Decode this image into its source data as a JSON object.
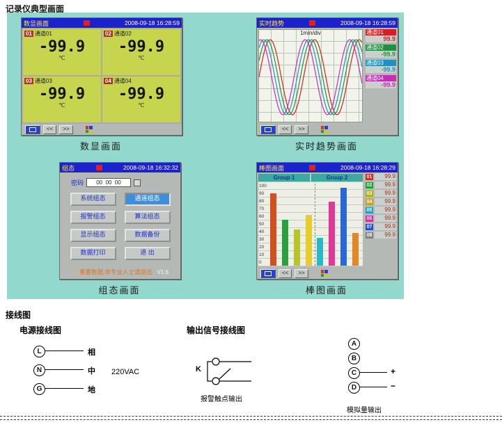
{
  "page": {
    "title": "记录仪典型画面",
    "wiring_heading": "接线图"
  },
  "digital": {
    "title": "数显画面",
    "time": "2008-09-18 16:28:59",
    "caption": "数显画面",
    "channels": [
      {
        "tag": "01",
        "name": "通道01",
        "value": "-99.9",
        "unit": "℃"
      },
      {
        "tag": "02",
        "name": "通道02",
        "value": "-99.9",
        "unit": "℃"
      },
      {
        "tag": "03",
        "name": "通道03",
        "value": "-99.9",
        "unit": "℃"
      },
      {
        "tag": "04",
        "name": "通道04",
        "value": "-99.9",
        "unit": "℃"
      }
    ],
    "toolbar": {
      "prev": "<<",
      "next": ">>"
    }
  },
  "trend": {
    "title": "实时趋势",
    "time": "2008-09-18 16:28:59",
    "caption": "实时趋势画面",
    "div_label": "1min/div",
    "channels": [
      {
        "name": "通道01",
        "value": "99.9",
        "color": "#d42020"
      },
      {
        "name": "通道02",
        "value": "-99.9",
        "color": "#209040"
      },
      {
        "name": "通道03",
        "value": "-99.9",
        "color": "#2090c0"
      },
      {
        "name": "通道04",
        "value": "-99.9",
        "color": "#c030b0"
      }
    ],
    "toolbar": {
      "prev": "<<",
      "next": ">>"
    }
  },
  "config": {
    "title": "组态",
    "time": "2008-09-18 16:32:32",
    "caption": "组态画面",
    "password_label": "密码",
    "password_value": "00  00  00",
    "buttons": [
      "系统组态",
      "通道组态",
      "报警组态",
      "算法组态",
      "显示组态",
      "数据备份",
      "数据打印",
      "退 出"
    ],
    "active_button": "通道组态",
    "warning_icon": "⚠",
    "warning": "重要数据,非专业人士请退出",
    "version": "V1.6"
  },
  "bar": {
    "title": "棒图画面",
    "time": "2008-09-18 16:28:29",
    "caption": "棒图画面",
    "groups": [
      "Group 1",
      "Group 2"
    ],
    "axis_ticks": [
      "100",
      "90",
      "80",
      "70",
      "60",
      "50",
      "40",
      "30",
      "20",
      "10",
      "0"
    ],
    "bars": [
      {
        "value": 88,
        "color": "#d05020"
      },
      {
        "value": 56,
        "color": "#2aa040"
      },
      {
        "value": 44,
        "color": "#b8c428"
      },
      {
        "value": 62,
        "color": "#e8cc28"
      },
      {
        "value": 34,
        "color": "#28b8c8"
      },
      {
        "value": 78,
        "color": "#e03898"
      },
      {
        "value": 95,
        "color": "#2868d8"
      },
      {
        "value": 40,
        "color": "#e08828"
      }
    ],
    "channels": [
      {
        "tag": "01",
        "value": "99.9",
        "color": "#d03020"
      },
      {
        "tag": "02",
        "value": "99.9",
        "color": "#20a030"
      },
      {
        "tag": "03",
        "value": "99.9",
        "color": "#b0b020"
      },
      {
        "tag": "04",
        "value": "99.9",
        "color": "#d0a020"
      },
      {
        "tag": "05",
        "value": "99.9",
        "color": "#20a0c0"
      },
      {
        "tag": "06",
        "value": "99.9",
        "color": "#d030a0"
      },
      {
        "tag": "07",
        "value": "99.9",
        "color": "#2050d0"
      },
      {
        "tag": "08",
        "value": "99.9",
        "color": "#808080"
      }
    ],
    "toolbar": {
      "prev": "<<",
      "next": ">>"
    }
  },
  "wiring": {
    "power_title": "电源接线图",
    "output_title": "输出信号接线图",
    "terminals": [
      {
        "letter": "L",
        "label": "相"
      },
      {
        "letter": "N",
        "label": "中"
      },
      {
        "letter": "G",
        "label": "地"
      }
    ],
    "voltage": "220VAC",
    "relay_label": "K",
    "alarm_caption": "报警触点输出",
    "analog_terminals": [
      "A",
      "B",
      "C",
      "D"
    ],
    "plus": "+",
    "minus": "−",
    "analog_caption": "模拟量输出"
  }
}
